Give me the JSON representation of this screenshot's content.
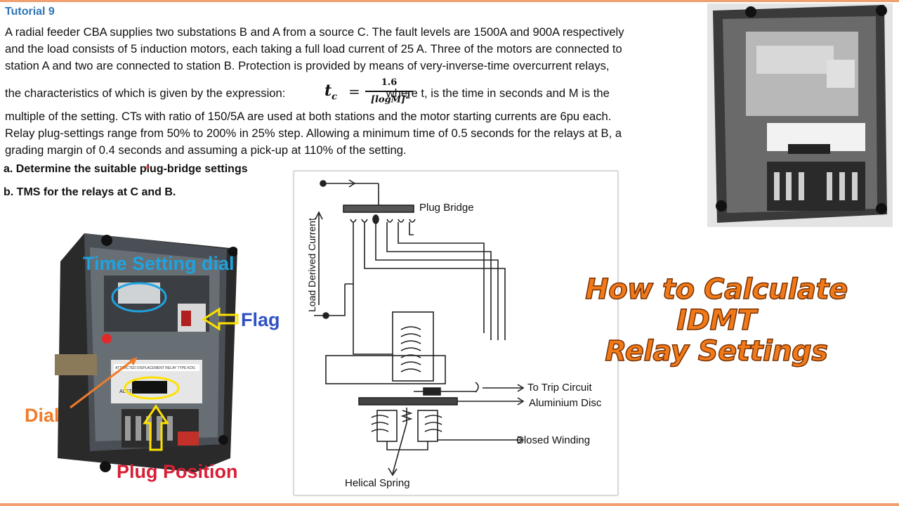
{
  "tutorial": {
    "title": "Tutorial 9",
    "lines": [
      "A radial feeder CBA supplies two substations B and A from a source C. The fault levels are 1500A and 900A respectively",
      "and the load consists of 5 induction motors, each taking a full load current of 25 A. Three of the motors are connected to",
      "station A and two are connected to station B. Protection is provided by means of very-inverse-time overcurrent relays,",
      "the characteristics of which is given by the expression:",
      "where t, is the time in seconds and M is the",
      "multiple of the setting. CTs with ratio of 150/5A are used at both stations and the motor starting currents are 6pu each.",
      "Relay plug-settings range from 50% to 200% in 25% step. Allowing a minimum time of 0.5 seconds for the relays at B, a",
      "grading margin of 0.4 seconds and assuming a pick-up at 110% of the setting."
    ],
    "formula": {
      "lhs": "t",
      "lhs_sub": "c",
      "eq": "=",
      "numerator": "1.6",
      "denominator": "[logM]",
      "power": "2"
    },
    "questions": {
      "a": "a. Determine the suitable plug-bridge settings",
      "b": "b. TMS for the relays at C and B."
    }
  },
  "relay_photo": {
    "time_setting_label": "Time Setting dial",
    "flag_label": "Flag",
    "dial_label": "Dial",
    "plug_label": "Plug Position",
    "nameplate": "ALSTOM",
    "nameplate_title": "ATTRACTED DISPLACEMENT RELAY TYPE KDG"
  },
  "diagram": {
    "plug_bridge": "Plug Bridge",
    "load_current": "Load Derived Current",
    "trip": "To Trip Circuit",
    "disc": "Aluminium Disc",
    "winding": "Closed Winding",
    "spring": "Helical Spring"
  },
  "headline": {
    "line1": "How to Calculate IDMT",
    "line2": "Relay Settings"
  },
  "colors": {
    "tutorial_title": "#2e75b6",
    "time_label": "#1fa3e0",
    "flag_label": "#2e52c4",
    "dial_label": "#f07c2a",
    "plug_label": "#d81f35",
    "headline": "#f07a1a",
    "annotation_yellow": "#ffe100"
  }
}
